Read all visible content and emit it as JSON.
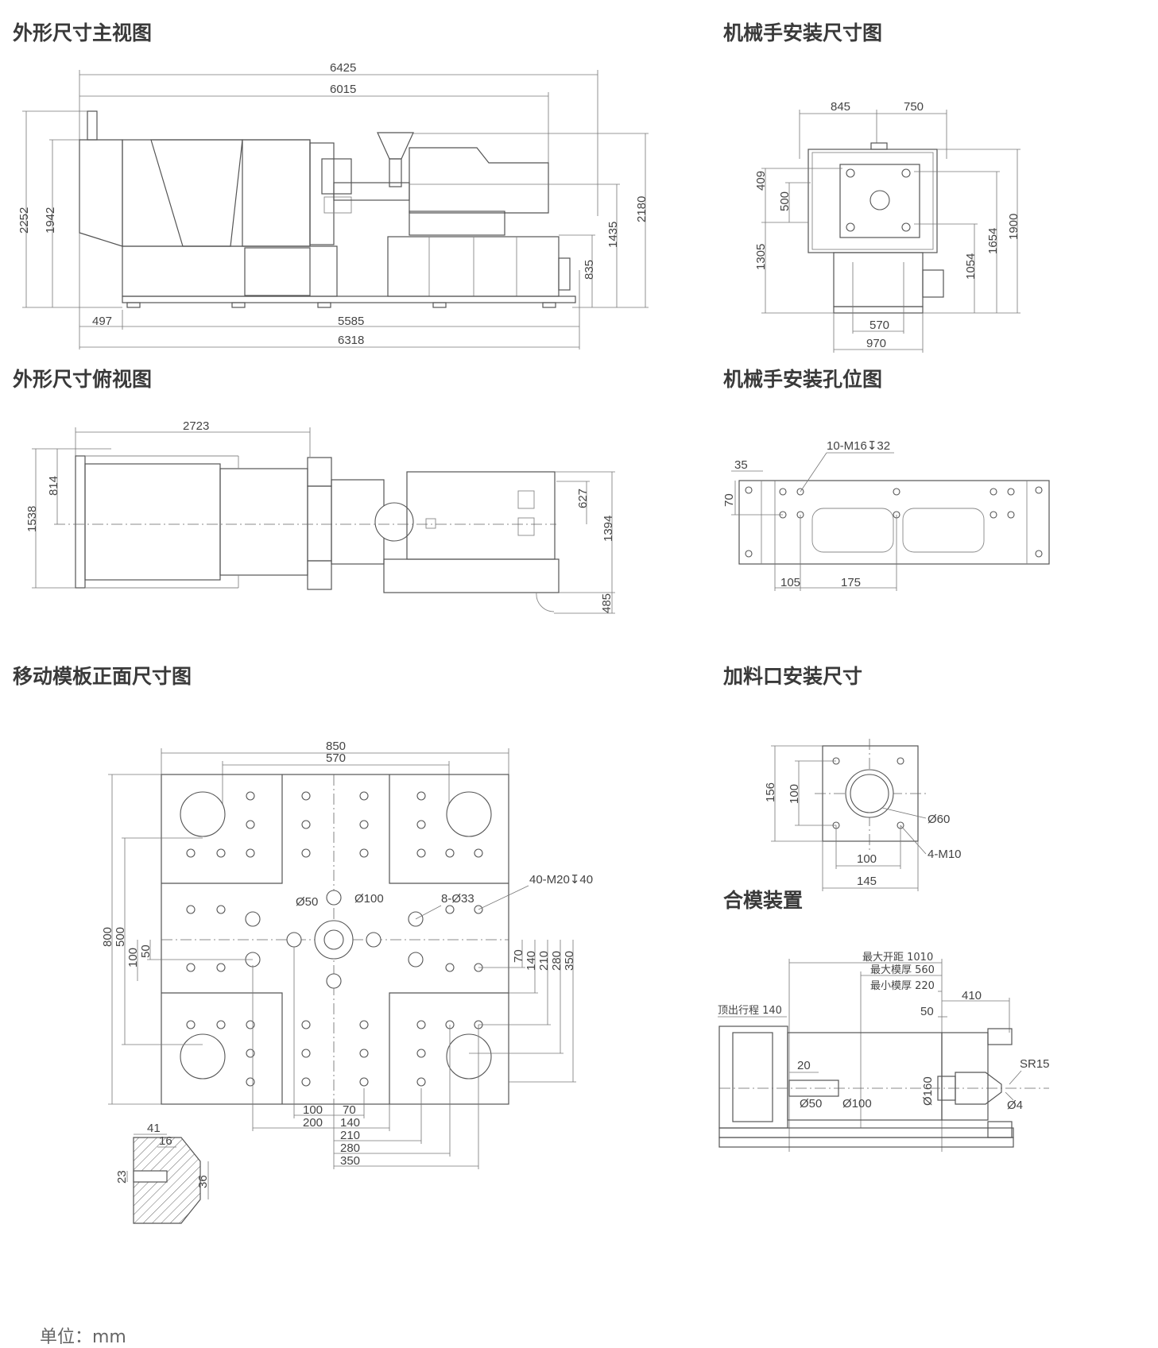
{
  "sections": {
    "front_view": "外形尺寸主视图",
    "top_view": "外形尺寸俯视图",
    "robot_dims": "机械手安装尺寸图",
    "robot_holes": "机械手安装孔位图",
    "platen": "移动模板正面尺寸图",
    "hopper": "加料口安装尺寸",
    "clamp": "合模装置"
  },
  "unit": "单位：mm",
  "front": {
    "d6425": "6425",
    "d6015": "6015",
    "d2252": "2252",
    "d1942": "1942",
    "d2180": "2180",
    "d1435": "1435",
    "d835": "835",
    "d497": "497",
    "d5585": "5585",
    "d6318": "6318"
  },
  "top": {
    "d2723": "2723",
    "d1538": "1538",
    "d814": "814",
    "d627": "627",
    "d1394": "1394",
    "d485": "485"
  },
  "robot": {
    "d845": "845",
    "d750": "750",
    "d409": "409",
    "d500": "500",
    "d1305": "1305",
    "d1054": "1054",
    "d1654": "1654",
    "d1900": "1900",
    "d570": "570",
    "d970": "970"
  },
  "holes": {
    "spec": "10-M16↧32",
    "d35": "35",
    "d70": "70",
    "d105": "105",
    "d175": "175"
  },
  "platen_dims": {
    "d850": "850",
    "d570": "570",
    "d800": "800",
    "d500": "500",
    "d100": "100",
    "d50": "50",
    "phi50": "Ø50",
    "phi100": "Ø100",
    "h833": "8-Ø33",
    "m20": "40-M20↧40",
    "r70": "70",
    "r140": "140",
    "r210": "210",
    "r280": "280",
    "r350": "350",
    "b100": "100",
    "b70": "70",
    "b200": "200",
    "b140": "140",
    "b210": "210",
    "b280": "280",
    "b350": "350",
    "s41": "41",
    "s16": "16",
    "s23": "23",
    "s36": "36"
  },
  "hopper_dims": {
    "d156": "156",
    "d100v": "100",
    "phi60": "Ø60",
    "m10": "4-M10",
    "d100h": "100",
    "d145": "145"
  },
  "clamp_dims": {
    "open": "最大开距 1010",
    "maxmold": "最大模厚 560",
    "minmold": "最小模厚 220",
    "eject": "顶出行程 140",
    "d410": "410",
    "d50": "50",
    "d20": "20",
    "phi160": "Ø160",
    "phi50": "Ø50",
    "phi100": "Ø100",
    "sr15": "SR15",
    "phi4": "Ø4"
  }
}
